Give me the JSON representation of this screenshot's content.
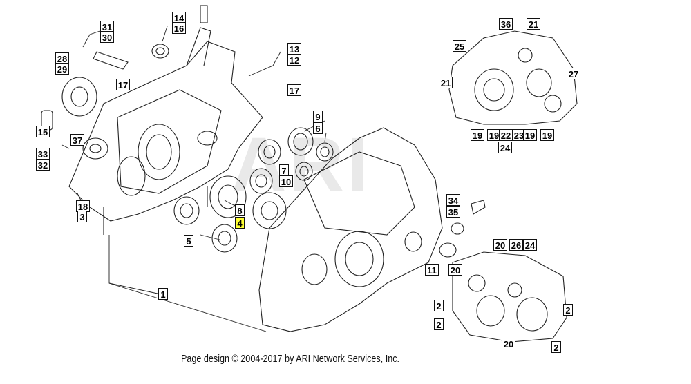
{
  "footer": "Page design © 2004-2017 by ARI Network Services, Inc.",
  "watermark": "ARI",
  "callouts": [
    {
      "label": "31"
    },
    {
      "label": "30"
    },
    {
      "label": "14"
    },
    {
      "label": "16"
    },
    {
      "label": "28"
    },
    {
      "label": "29"
    },
    {
      "label": "17"
    },
    {
      "label": "13"
    },
    {
      "label": "12"
    },
    {
      "label": "17"
    },
    {
      "label": "9"
    },
    {
      "label": "6"
    },
    {
      "label": "15"
    },
    {
      "label": "37"
    },
    {
      "label": "33"
    },
    {
      "label": "32"
    },
    {
      "label": "7"
    },
    {
      "label": "10"
    },
    {
      "label": "18"
    },
    {
      "label": "3"
    },
    {
      "label": "8"
    },
    {
      "label": "4",
      "highlight": true
    },
    {
      "label": "5"
    },
    {
      "label": "1"
    },
    {
      "label": "34"
    },
    {
      "label": "35"
    },
    {
      "label": "11"
    },
    {
      "label": "20"
    },
    {
      "label": "20"
    },
    {
      "label": "26"
    },
    {
      "label": "24"
    },
    {
      "label": "2"
    },
    {
      "label": "2"
    },
    {
      "label": "2"
    },
    {
      "label": "2"
    },
    {
      "label": "20"
    },
    {
      "label": "36"
    },
    {
      "label": "21"
    },
    {
      "label": "25"
    },
    {
      "label": "27"
    },
    {
      "label": "21"
    },
    {
      "label": "19"
    },
    {
      "label": "19"
    },
    {
      "label": "22"
    },
    {
      "label": "23"
    },
    {
      "label": "19"
    },
    {
      "label": "19"
    },
    {
      "label": "24"
    }
  ],
  "colors": {
    "line": "#222222",
    "highlight": "#ffff33",
    "watermark": "#e9e9e9"
  }
}
